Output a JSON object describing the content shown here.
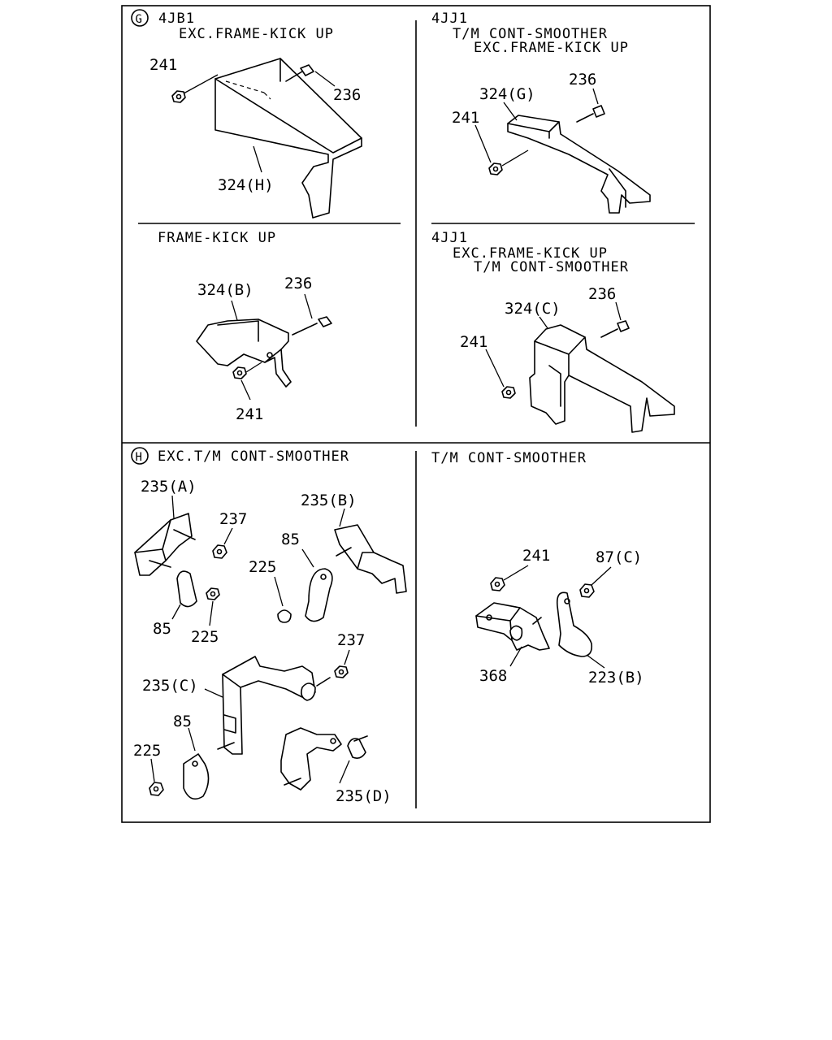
{
  "panels": {
    "g_4jb1": {
      "marker": "G",
      "engine": "4JB1",
      "condition": "EXC.FRAME-KICK UP",
      "labels": {
        "nut": "241",
        "bolt": "236",
        "bracket": "324(H)"
      }
    },
    "g_frame_kick": {
      "condition": "FRAME-KICK UP",
      "labels": {
        "bracket": "324(B)",
        "bolt": "236",
        "nut": "241"
      }
    },
    "g_4jj1_a": {
      "engine": "4JJ1",
      "condition1": "T/M CONT-SMOOTHER",
      "condition2": "EXC.FRAME-KICK UP",
      "labels": {
        "bracket": "324(G)",
        "bolt": "236",
        "nut": "241"
      }
    },
    "g_4jj1_b": {
      "engine": "4JJ1",
      "condition1": "EXC.FRAME-KICK UP",
      "condition2": "T/M CONT-SMOOTHER",
      "labels": {
        "bracket": "324(C)",
        "bolt": "236",
        "nut": "241"
      }
    },
    "h_exc": {
      "marker": "H",
      "condition": "EXC.T/M CONT-SMOOTHER",
      "labels": {
        "bracket_a": "235(A)",
        "nut_a": "237",
        "clip_a": "85",
        "washer_a": "225",
        "bracket_b": "235(B)",
        "clip_b": "85",
        "washer_b": "225",
        "nut_c": "237",
        "bracket_c": "235(C)",
        "clip_c": "85",
        "washer_c": "225",
        "bracket_d": "235(D)"
      }
    },
    "h_smoother": {
      "condition": "T/M CONT-SMOOTHER",
      "labels": {
        "nut": "241",
        "nut_c": "87(C)",
        "bracket": "368",
        "clamp": "223(B)"
      }
    }
  }
}
